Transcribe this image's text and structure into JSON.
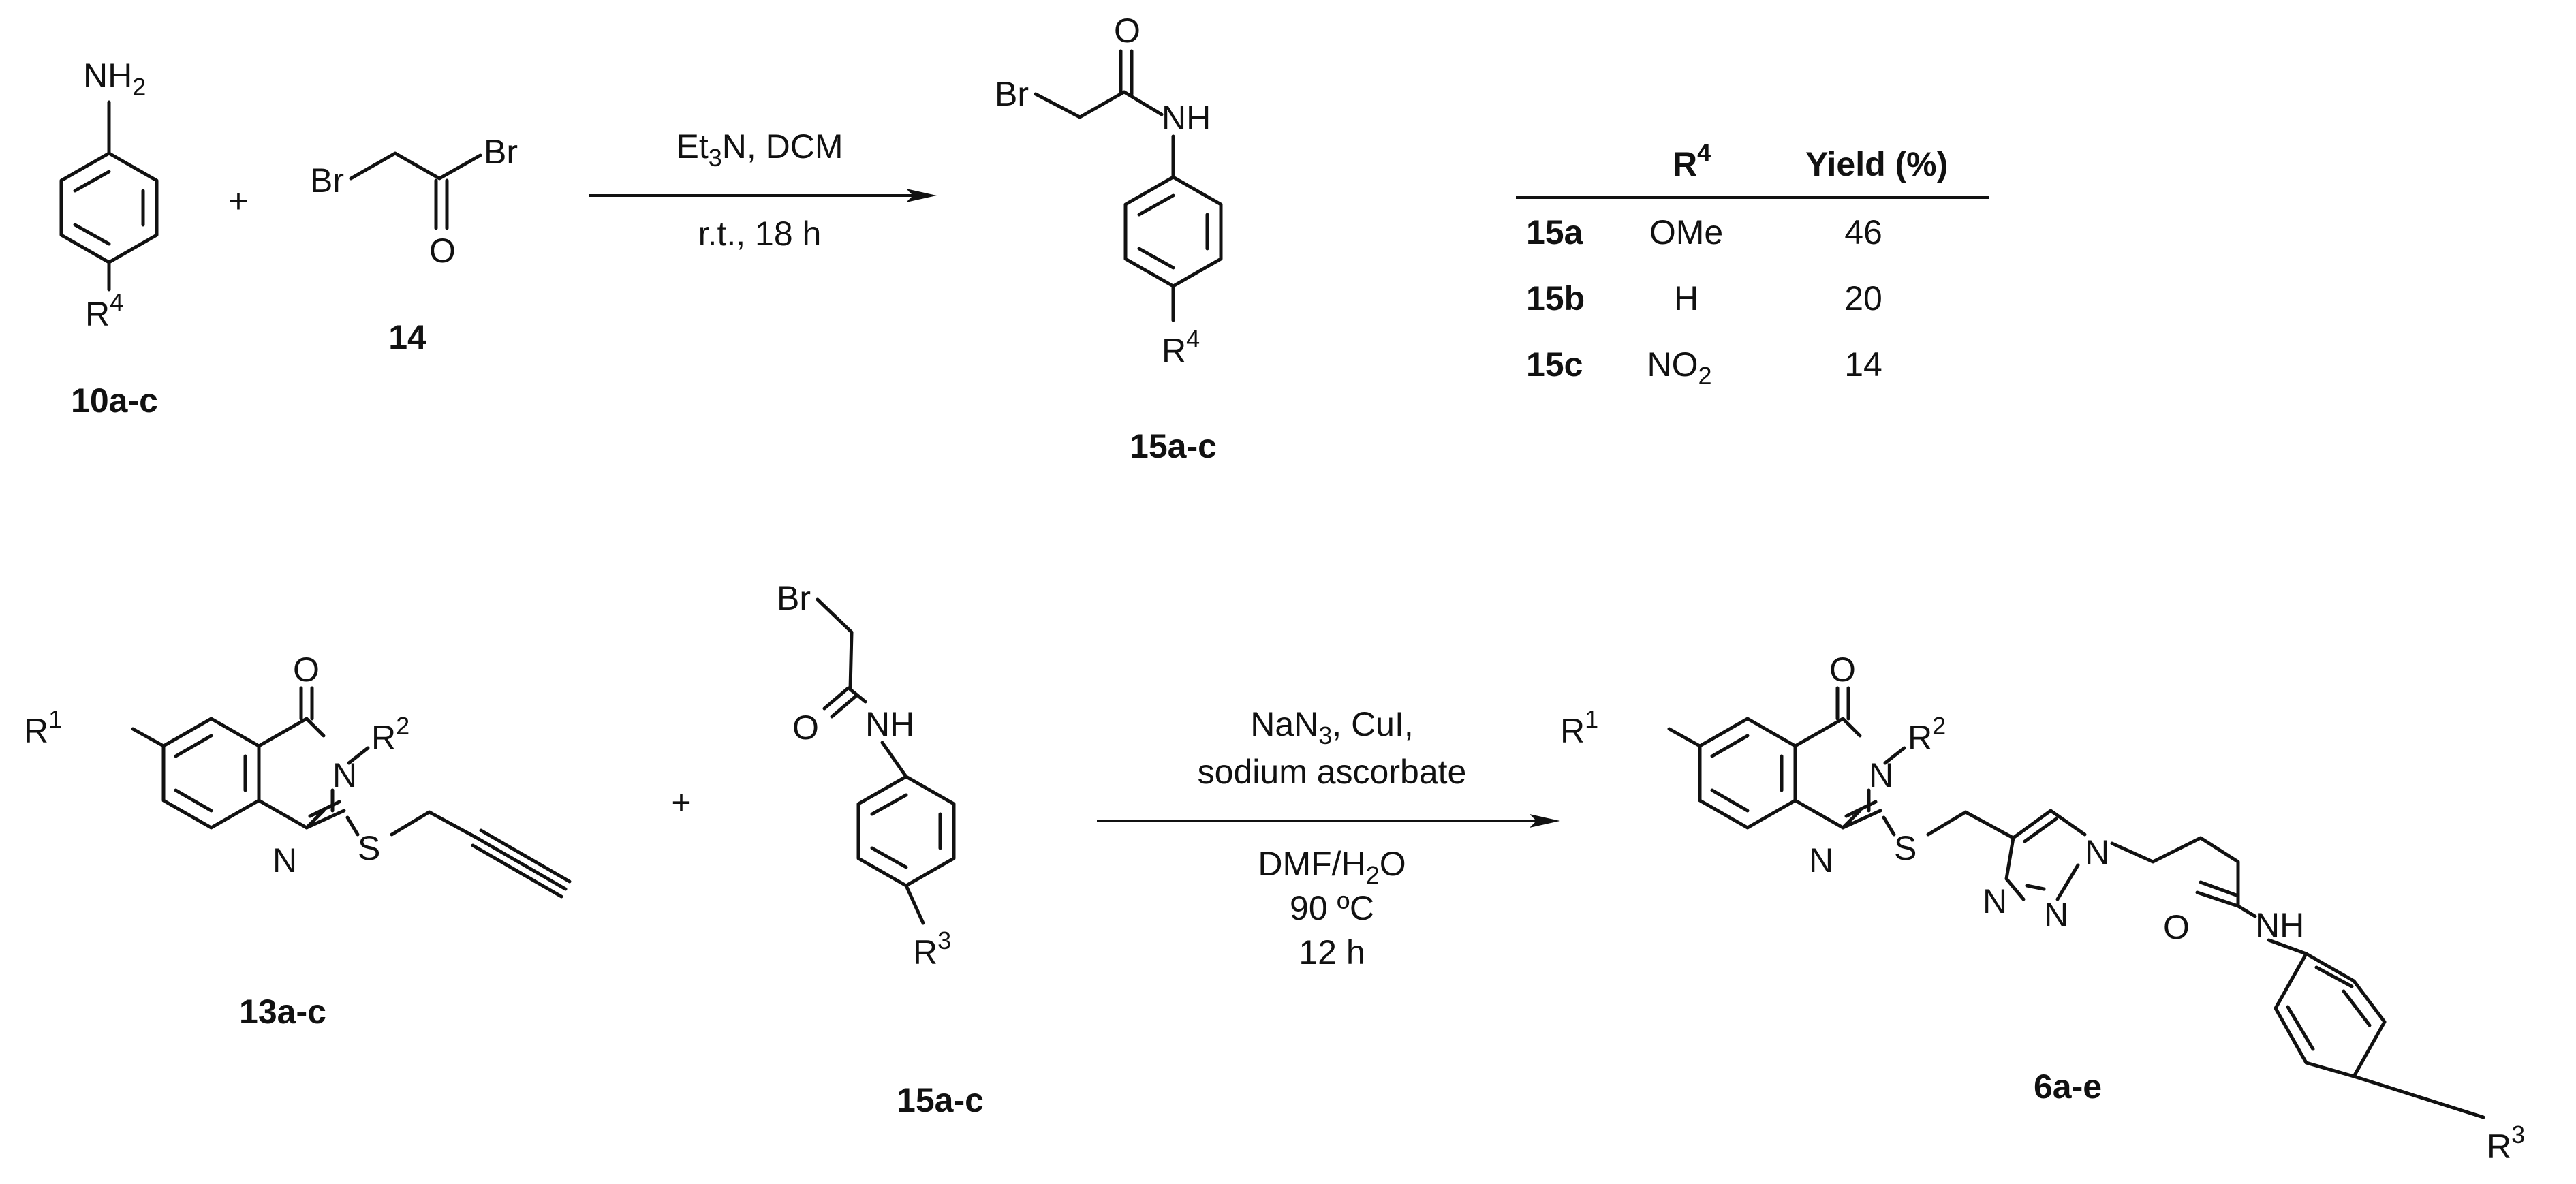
{
  "atoms": {
    "nh": "NH",
    "sub2": "2",
    "br": "Br",
    "o": "O",
    "n": "N",
    "s": "S",
    "r": "R",
    "plus": "+"
  },
  "superscripts": {
    "r1": "1",
    "r2": "2",
    "r3": "3",
    "r4": "4"
  },
  "compounds": {
    "aniline": "10a-c",
    "acyl_bromide": "14",
    "amide": "15a-c",
    "quinazolinone": "13a-c",
    "amide_reagent": "15a-c",
    "product": "6a-e"
  },
  "reaction1": {
    "reagents_prefix": "Et",
    "reagents_sub": "3",
    "reagents_suffix": "N, DCM",
    "conditions": "r.t., 18 h"
  },
  "reaction2": {
    "line1_prefix": "NaN",
    "line1_sub": "3",
    "line1_suffix": ", CuI,",
    "line2": "sodium ascorbate",
    "line3_prefix": "DMF/H",
    "line3_sub": "2",
    "line3_suffix": "O",
    "line4": "90 ºC",
    "line5": "12 h"
  },
  "yield_table": {
    "header_r": "R",
    "header_r_sup": "4",
    "header_yield": "Yield (%)",
    "rows": [
      {
        "compound": "15a",
        "r4": "OMe",
        "r4_sub": "",
        "yield": "46"
      },
      {
        "compound": "15b",
        "r4": "H",
        "r4_sub": "",
        "yield": "20"
      },
      {
        "compound": "15c",
        "r4": "NO",
        "r4_sub": "2",
        "yield": "14"
      }
    ]
  }
}
